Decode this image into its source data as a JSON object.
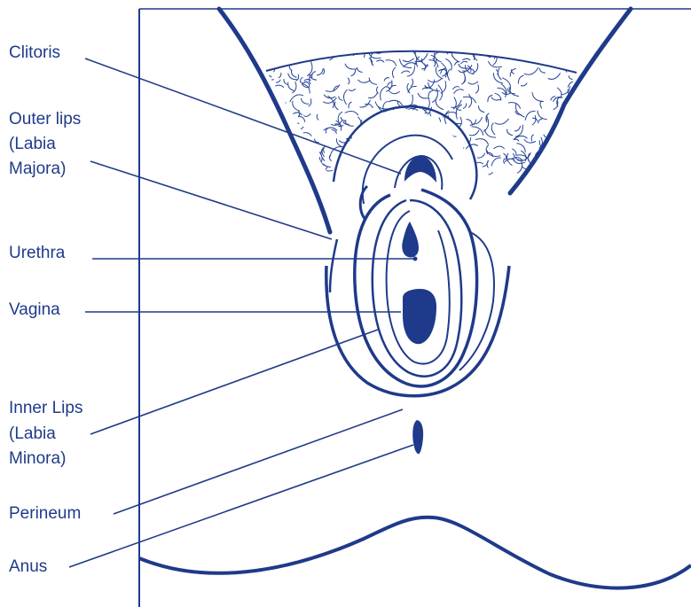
{
  "colors": {
    "ink": "#1f3a8a",
    "hair": "#2a4596",
    "background": "#ffffff"
  },
  "labels": {
    "clitoris": "Clitoris",
    "outer_lips": [
      "Outer lips",
      "(Labia",
      "Majora)"
    ],
    "urethra": "Urethra",
    "vagina": "Vagina",
    "inner_lips": [
      "Inner Lips",
      "(Labia",
      "Minora)"
    ],
    "perineum": "Perineum",
    "anus": "Anus"
  }
}
